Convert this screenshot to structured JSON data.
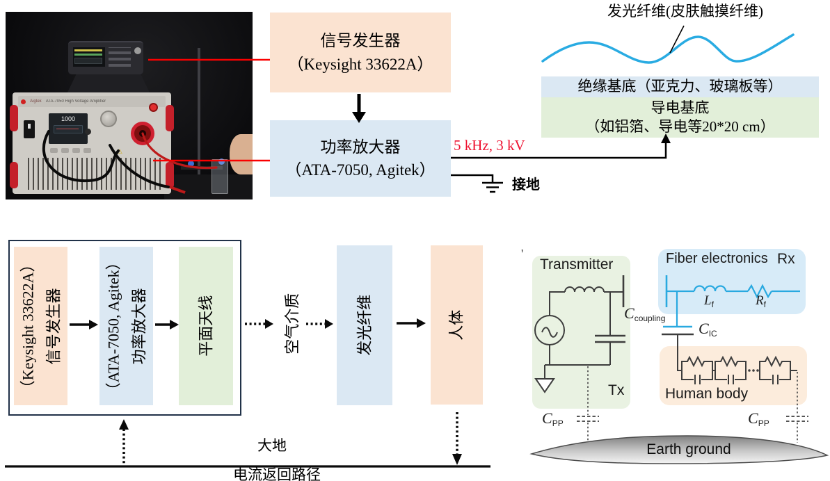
{
  "colors": {
    "peach": "#fbe3d1",
    "blue": "#dbe8f3",
    "green": "#e2efd9",
    "ckt-green": "#e9f2e2",
    "ckt-blue": "#d7ebf8",
    "ckt-peach": "#fcecdc",
    "ink": "#3d3d3d",
    "wire-blue": "#29a9e0",
    "red-line": "#fa0000",
    "red-text": "#ee1130",
    "box-border": "#203148",
    "fiber-blue": "#29abe2"
  },
  "photo": {
    "amplifier_display": "1000",
    "amplifier_panel_text": "ATA-7050 High Voltage Amplifier",
    "amplifier_brand": "Aigtek"
  },
  "top": {
    "signal_generator_name": "信号发生器",
    "signal_generator_model": "（Keysight 33622A）",
    "power_amplifier_name": "功率放大器",
    "power_amplifier_model": "（ATA-7050, Agitek）",
    "signal_spec": "5 kHz, 3 kV",
    "ground_label": "接地",
    "fiber_callout": "发光纤维(皮肤触摸纤维)",
    "insulating_substrate": "绝缘基底（亚克力、玻璃板等）",
    "conductive_substrate_name": "导电基底",
    "conductive_substrate_spec": "（如铝箔、导电等20*20 cm）"
  },
  "flow": {
    "signal_generator_name": "信号发生器",
    "signal_generator_model": "（Keysight 33622A）",
    "power_amplifier_name": "功率放大器",
    "power_amplifier_model": "（ATA-7050, Agitek）",
    "planar_antenna": "平面天线",
    "air_medium": "空气介质",
    "luminescent_fiber": "发光纤维",
    "human_body": "人体",
    "earth_label": "大地",
    "return_path_label": "电流返回路径"
  },
  "circuit": {
    "transmitter_label": "Transmitter",
    "tx_label": "Tx",
    "fiber_electronics_label": "Fiber electronics",
    "rx_label": "Rx",
    "human_body_label": "Human body",
    "earth_ground_label": "Earth ground",
    "c_coupling_main": "C",
    "c_coupling_sub": "coupling",
    "c_ic_main": "C",
    "c_ic_sub": "IC",
    "c_pp_main": "C",
    "c_pp_sub": "PP",
    "l_f_main": "L",
    "l_f_sub": "f",
    "r_f_main": "R",
    "r_f_sub": "f",
    "stray_mark": "'"
  }
}
